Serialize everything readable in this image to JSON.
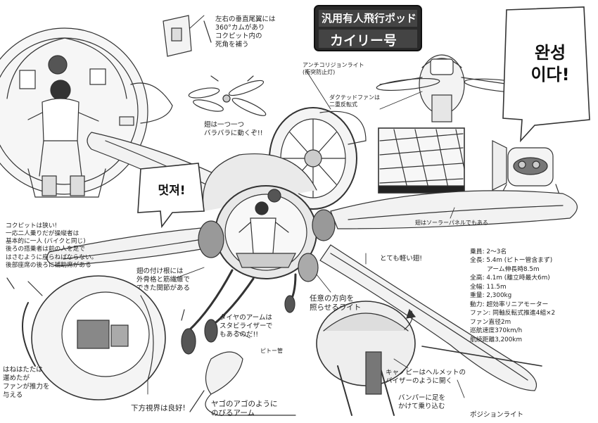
{
  "title_logo": {
    "line1": "汎用有人飛行ポッド",
    "line2": "カイリー号"
  },
  "bubbles": {
    "complete": "완성\n이다!",
    "cool": "멋져!"
  },
  "notes": {
    "fins": "左右の垂直尾翼には\n360°カムがあり\nコクピット内の\n死角を補う",
    "anticollision": "アンチコリジョンライト\n(衝突防止灯)",
    "ducted_fan": "ダクテッドファンは\n二重反転式",
    "wings_flap": "翅は一つ一つ\nバラバラに動くぞ!!",
    "cockpit": "コクピットは狭い!\n一応二人乗りだが操縦者は\n基本的に一人 (バイクと同じ)\n後ろの搭乗者は前の人を足で\nはさむように座らねばならない。\n後部座席の後ろに補助席がある",
    "wing_root": "翅の付け根には\n外骨格と筋繊維で\nできた関節がある",
    "solar_panel": "翅はソーラーパネルでもある",
    "light_wing": "とても軽い翅!",
    "searchlight": "任意の方向を\n照らせるライト",
    "tire_arm": "タイヤのアームは\nスタビライザーで\nもあるのだ!!",
    "pitot": "ピトー管",
    "wings_fan": "はねはたたは\n運めたが\nファンが推力を\n与える",
    "downward_view": "下方視界は良好!",
    "jaw_arm": "ヤゴのアゴのように\nのびるアーム",
    "canopy": "キャノピーはヘルメットの\nバイザーのように開く",
    "bumper": "バンパーに足を\nかけて乗り込む",
    "position_light": "ポジションライト"
  },
  "specs": {
    "crew": "乗員: 2〜3名",
    "length": "全長: 5.4m (ピトー管含まず)",
    "arm_length": "アーム伸長時8.5m",
    "height": "全高: 4.1m (離立時最大6m)",
    "width": "全幅: 11.5m",
    "weight": "重量: 2,300kg",
    "power": "動力: 超効率リニアモーター",
    "fan": "ファン: 同軸反転式推進4組×2",
    "fan_diameter": "ファン直径2m",
    "cruise": "巡航速度370km/h",
    "range": "航続距離3,200km"
  }
}
